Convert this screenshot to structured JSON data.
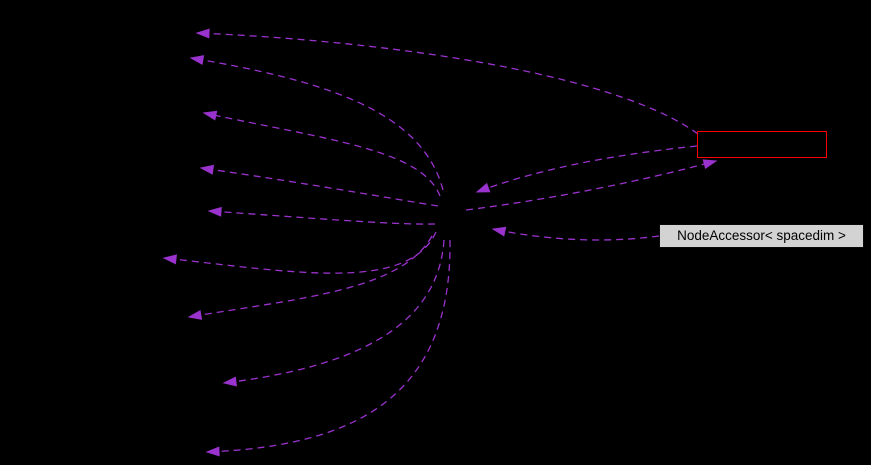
{
  "diagram": {
    "background": "#000000",
    "edge_color": "#9a32cd",
    "edge_style": "dashed",
    "nodes": {
      "highlighted": {
        "id": "nodeaccessor",
        "label": "NodeAccessor< spacedim >",
        "fill": "#d3d3d3",
        "border_color": "#0a0a0a",
        "text_color": "#000000"
      },
      "truncated": {
        "id": "truncated",
        "label": "",
        "border_color": "#ff0000"
      },
      "center": {
        "id": "center",
        "label": ""
      },
      "hidden_left_count": 9
    },
    "edges": [
      {
        "from": "truncated",
        "to": "left-1"
      },
      {
        "from": "center",
        "to": "left-2"
      },
      {
        "from": "center",
        "to": "left-3"
      },
      {
        "from": "center",
        "to": "left-4"
      },
      {
        "from": "center",
        "to": "left-5"
      },
      {
        "from": "center",
        "to": "left-6"
      },
      {
        "from": "center",
        "to": "left-7"
      },
      {
        "from": "center",
        "to": "left-8"
      },
      {
        "from": "center",
        "to": "left-9"
      },
      {
        "from": "center",
        "to": "truncated"
      },
      {
        "from": "truncated",
        "to": "center"
      },
      {
        "from": "nodeaccessor",
        "to": "center"
      }
    ]
  }
}
